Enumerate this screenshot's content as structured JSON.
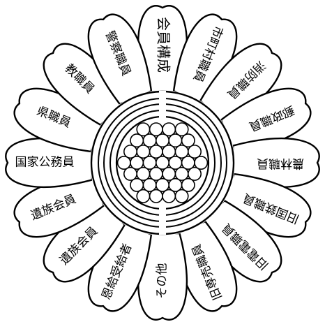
{
  "diagram": {
    "center_title": "会員構成",
    "petals": [
      "会員構成",
      "市町村職員",
      "消防職員",
      "郵政職員",
      "農林職員",
      "旧国鉄職員",
      "旧電電職員",
      "旧専売職員",
      "その他",
      "恩給受給者",
      "遺族会員",
      "遺族会員",
      "国家公務員",
      "県職員",
      "教職員",
      "警察職員"
    ],
    "petal_count": 16,
    "cell_count": 37
  }
}
